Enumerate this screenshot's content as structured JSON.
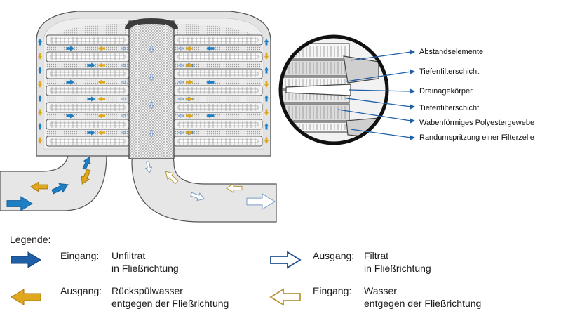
{
  "callouts": {
    "c1": "Abstandselemente",
    "c2": "Tiefenfilterschicht",
    "c3": "Drainagekörper",
    "c4": "Tiefenfilterschicht",
    "c5": "Wabenförmiges Polyestergewebe",
    "c6": "Randumspritzung einer Filterzelle"
  },
  "legend": {
    "title": "Legende:",
    "items": [
      {
        "kind": "Eingang:",
        "line1": "Unfiltrat",
        "line2": "in Fließrichtung",
        "color": "#1f5fa8"
      },
      {
        "kind": "Ausgang:",
        "line1": "Filtrat",
        "line2": "in Fließrichtung",
        "color": "#1f4f8c"
      },
      {
        "kind": "Ausgang:",
        "line1": "Rückspülwasser",
        "line2": "entgegen der Fließrichtung",
        "color": "#e0a81e"
      },
      {
        "kind": "Eingang:",
        "line1": "Wasser",
        "line2": "entgegen der Fließrichtung",
        "color": "#b8963a"
      }
    ]
  },
  "colors": {
    "housing": "#e4e4e4",
    "pipe": "#e6e6e6",
    "blue": "#1f7fc4",
    "darkblue": "#1f5fa8",
    "gold": "#e0a81e",
    "outline": "#7a9cc8"
  }
}
